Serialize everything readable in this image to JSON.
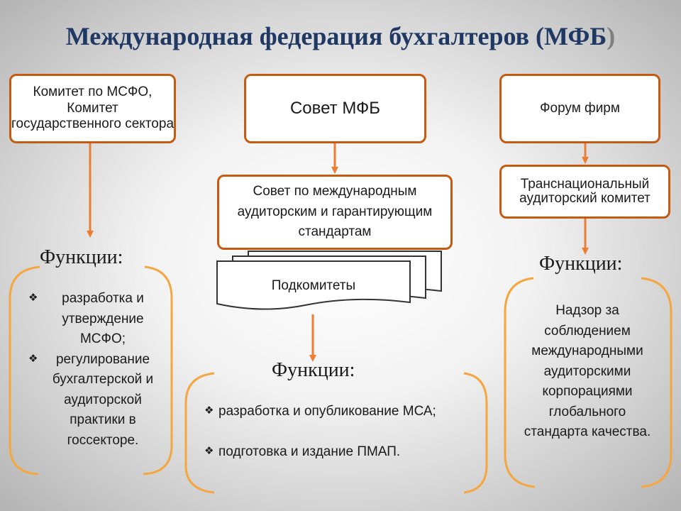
{
  "title": {
    "main": "Международная федерация бухгалтеров (МФБ",
    "close_paren": ")"
  },
  "boxes": {
    "committee": "Комитет по МСФО, Комитет государственного сектора",
    "council": "Совет МФБ",
    "forum": "Форум фирм",
    "standards_board": "Совет по международным аудиторским и гарантирующим стандартам",
    "subcommittees": "Подкомитеты",
    "transnational": "Транснациональный аудиторский комитет"
  },
  "functions": {
    "left_title": "Функции:",
    "left_items": [
      "разработка и утверждение МСФО;",
      "регулирование бухгалтерской и аудиторской практики в госсекторе."
    ],
    "center_title": "Функции:",
    "center_items": [
      "разработка и опубликование МСА;",
      "подготовка и издание ПМАП."
    ],
    "right_title": "Функции:",
    "right_text": "Надзор за соблюдением международными аудиторскими корпорациями глобального стандарта качества."
  },
  "colors": {
    "accent": "#c55a11",
    "arrow": "#ed7d31",
    "brace": "#f4a640",
    "title": "#1f3864"
  },
  "icons": {
    "bullet": "diamond-bullet-icon"
  }
}
